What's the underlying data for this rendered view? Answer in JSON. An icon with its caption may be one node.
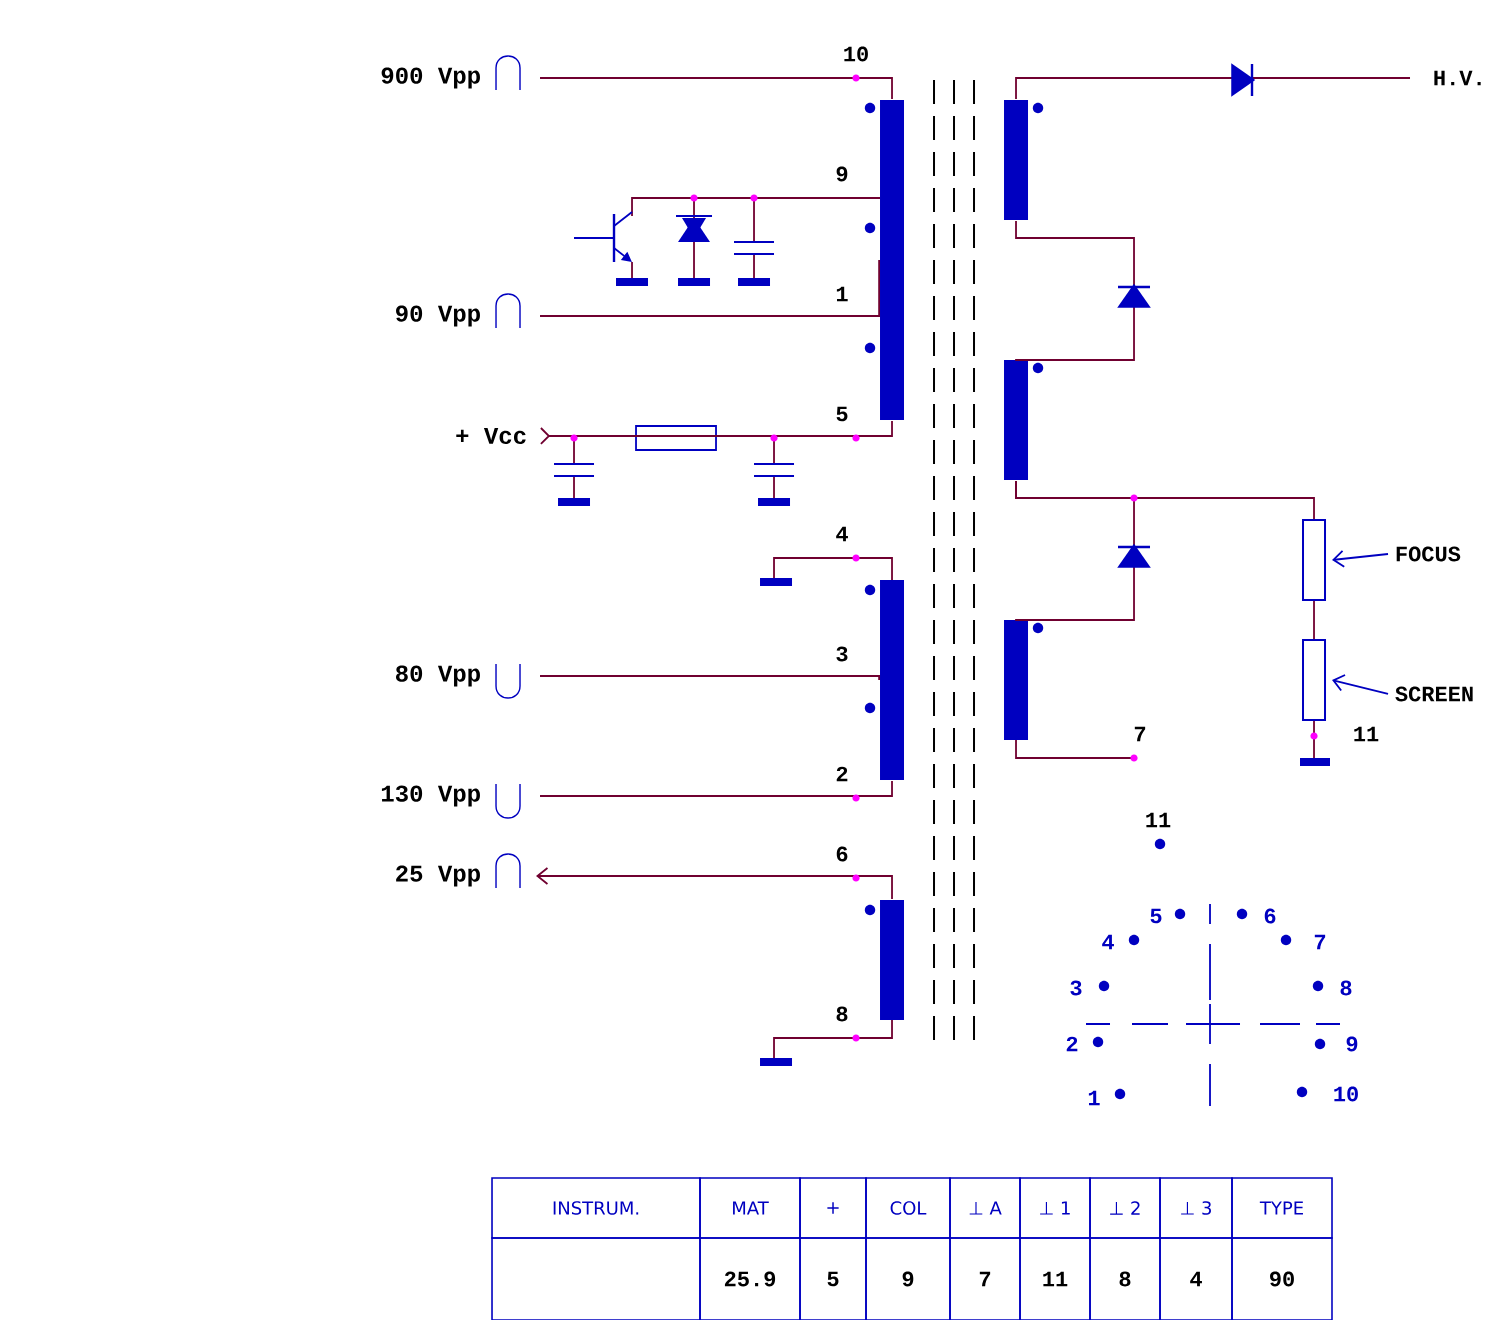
{
  "diagram": {
    "nodes": [
      {
        "text": [
          "900 Vpp"
        ]
      },
      {
        "text": [
          "90 Vpp"
        ]
      },
      {
        "text": [
          "+ Vcc"
        ]
      },
      {
        "text": [
          "80 Vpp"
        ]
      },
      {
        "text": [
          "130 Vpp"
        ]
      },
      {
        "text": [
          "25 Vpp"
        ]
      },
      {
        "text": [],
        "shape": "bar"
      },
      {
        "text": [],
        "shape": "bar"
      },
      {
        "text": [],
        "shape": "bar"
      },
      {
        "text": [],
        "shape": "bar"
      },
      {
        "text": [],
        "shape": "bar"
      },
      {
        "text": [],
        "shape": "bar"
      },
      {
        "text": [
          "H.V."
        ]
      },
      {
        "text": [],
        "shape": "box"
      },
      {
        "text": [],
        "shape": "box"
      },
      {
        "text": [
          "FOCUS"
        ]
      },
      {
        "text": [
          "SCREEN"
        ]
      }
    ],
    "edges": [
      {
        "from": 0,
        "to": 6,
        "arrow": "none"
      },
      {
        "from": 1,
        "to": 6,
        "arrow": "none"
      },
      {
        "from": 2,
        "to": 6,
        "arrow": "other"
      },
      {
        "from": 3,
        "to": 7,
        "arrow": "none"
      },
      {
        "from": 4,
        "to": 7,
        "arrow": "none"
      },
      {
        "from": 8,
        "to": 5,
        "arrow": "to"
      },
      {
        "from": 9,
        "to": 12,
        "arrow": "to"
      },
      {
        "from": 10,
        "to": 9,
        "arrow": "to"
      },
      {
        "from": 11,
        "to": 10,
        "arrow": "to"
      },
      {
        "from": 10,
        "to": 13,
        "arrow": "none"
      },
      {
        "from": 13,
        "to": 14,
        "arrow": "none"
      },
      {
        "from": 15,
        "to": 13,
        "arrow": "to",
        "color": "#0000c0"
      },
      {
        "from": 16,
        "to": 14,
        "arrow": "to",
        "color": "#0000c0"
      }
    ],
    "labels": [
      "10",
      "9",
      "1",
      "5",
      "4",
      "3",
      "2",
      "6",
      "8",
      "7",
      "11",
      "11",
      "5",
      "6",
      "4",
      "7",
      "3",
      "8",
      "2",
      "9",
      "1",
      "10",
      "INSTRUM.",
      "MAT",
      "+",
      "COL",
      "⊥ A",
      "⊥ 1",
      "⊥ 2",
      "⊥ 3",
      "TYPE",
      "25.9",
      "5",
      "9",
      "7",
      "11",
      "8",
      "4",
      "90"
    ]
  }
}
